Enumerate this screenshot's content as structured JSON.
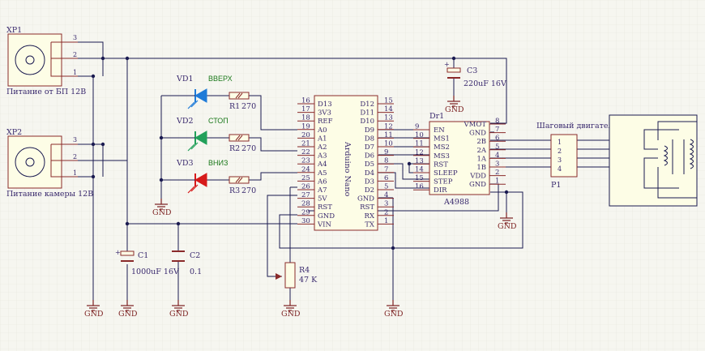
{
  "connectors": {
    "xp1": {
      "ref": "XP1",
      "name": "Питание от БП 12В",
      "pins": [
        "3",
        "2",
        "1"
      ]
    },
    "xp2": {
      "ref": "XP2",
      "name": "Питание камеры 12В",
      "pins": [
        "3",
        "2",
        "1"
      ]
    }
  },
  "leds": [
    {
      "ref": "VD1",
      "label": "ВВЕРХ",
      "color": "#1f7bd8",
      "label_color": "#1d7a1d",
      "res_ref": "R1",
      "res_val": "270"
    },
    {
      "ref": "VD2",
      "label": "СТОП",
      "color": "#22a05a",
      "label_color": "#1d7a1d",
      "res_ref": "R2",
      "res_val": "270"
    },
    {
      "ref": "VD3",
      "label": "ВНИЗ",
      "color": "#d61a1a",
      "label_color": "#1d7a1d",
      "res_ref": "R3",
      "res_val": "270"
    }
  ],
  "arduino": {
    "name": "Arduino Nano",
    "left": [
      {
        "num": "16",
        "name": "D13"
      },
      {
        "num": "17",
        "name": "3V3"
      },
      {
        "num": "18",
        "name": "REF"
      },
      {
        "num": "19",
        "name": "A0"
      },
      {
        "num": "20",
        "name": "A1"
      },
      {
        "num": "21",
        "name": "A2"
      },
      {
        "num": "22",
        "name": "A3"
      },
      {
        "num": "23",
        "name": "A4"
      },
      {
        "num": "24",
        "name": "A5"
      },
      {
        "num": "25",
        "name": "A6"
      },
      {
        "num": "26",
        "name": "A7"
      },
      {
        "num": "27",
        "name": "5V"
      },
      {
        "num": "28",
        "name": "RST"
      },
      {
        "num": "29",
        "name": "GND"
      },
      {
        "num": "30",
        "name": "VIN"
      }
    ],
    "right": [
      {
        "num": "15",
        "name": "D12"
      },
      {
        "num": "14",
        "name": "D11"
      },
      {
        "num": "13",
        "name": "D10"
      },
      {
        "num": "12",
        "name": "D9"
      },
      {
        "num": "11",
        "name": "D8"
      },
      {
        "num": "10",
        "name": "D7"
      },
      {
        "num": "9",
        "name": "D6"
      },
      {
        "num": "8",
        "name": "D5"
      },
      {
        "num": "7",
        "name": "D4"
      },
      {
        "num": "6",
        "name": "D3"
      },
      {
        "num": "5",
        "name": "D2"
      },
      {
        "num": "4",
        "name": "GND"
      },
      {
        "num": "3",
        "name": "RST"
      },
      {
        "num": "2",
        "name": "RX"
      },
      {
        "num": "1",
        "name": "TX"
      }
    ]
  },
  "driver": {
    "ref": "Dr1",
    "name": "A4988",
    "left": [
      {
        "num": "9",
        "name": "EN"
      },
      {
        "num": "10",
        "name": "MS1"
      },
      {
        "num": "11",
        "name": "MS2"
      },
      {
        "num": "12",
        "name": "MS3"
      },
      {
        "num": "13",
        "name": "RST"
      },
      {
        "num": "14",
        "name": "SLEEP"
      },
      {
        "num": "15",
        "name": "STEP"
      },
      {
        "num": "16",
        "name": "DIR"
      }
    ],
    "right": [
      {
        "num": "8",
        "name": "VMOT"
      },
      {
        "num": "7",
        "name": "GND"
      },
      {
        "num": "6",
        "name": "2B"
      },
      {
        "num": "5",
        "name": "2A"
      },
      {
        "num": "4",
        "name": "1A"
      },
      {
        "num": "3",
        "name": "1B"
      },
      {
        "num": "2",
        "name": "VDD"
      },
      {
        "num": "1",
        "name": "GND"
      }
    ]
  },
  "p1": {
    "ref": "P1",
    "pins": [
      "1",
      "2",
      "3",
      "4"
    ]
  },
  "motor_label": "Шаговый двигатель",
  "caps": {
    "c1": {
      "ref": "C1",
      "value": "1000uF 16V"
    },
    "c2": {
      "ref": "C2",
      "value": "0.1"
    },
    "c3": {
      "ref": "C3",
      "value": "220uF 16V"
    }
  },
  "r4": {
    "ref": "R4",
    "value": "47 K"
  },
  "gnd_label": "GND",
  "plus": "+"
}
